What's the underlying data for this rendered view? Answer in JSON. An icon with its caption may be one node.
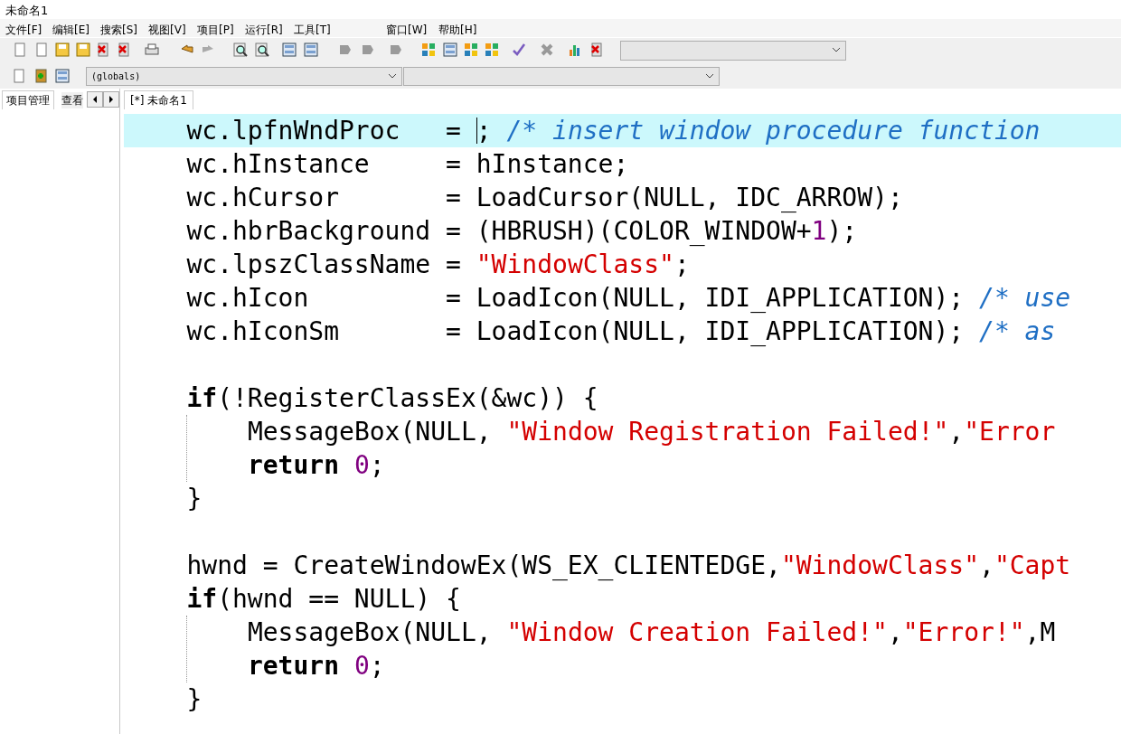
{
  "diagram": {
    "title": "未命名1",
    "labels": [
      "文件[F]",
      "编辑[E]",
      "搜索[S]",
      "视图[V]",
      "项目[P]",
      "运行[R]",
      "工具[T]",
      "窗口[W]",
      "帮助[H]",
      "(globals)",
      "项目管理",
      "查看",
      "[*] 未命名1",
      "wc.lpfnWndProc   = ; /* insert window procedure function",
      "wc.hInstance     = hInstance;",
      "wc.hCursor       = LoadCursor(NULL, IDC_ARROW);",
      "wc.hbrBackground = (HBRUSH)(COLOR_WINDOW+1);",
      "wc.lpszClassName = \"WindowClass\";",
      "wc.hIcon         = LoadIcon(NULL, IDI_APPLICATION); /* use",
      "wc.hIconSm       = LoadIcon(NULL, IDI_APPLICATION); /* as",
      "**if**(!RegisterClassEx(&wc)) {",
      "MessageBox(NULL, \"Window Registration Failed!\",\"Error",
      "**return** 0;",
      "}",
      "hwnd = CreateWindowEx(WS_EX_CLIENTEDGE,\"WindowClass\",\"Capt",
      "**if**(hwnd == NULL) {",
      "MessageBox(NULL, \"Window Creation Failed!\",\"Error!\",M",
      "**return** 0;",
      "}"
    ]
  }
}
